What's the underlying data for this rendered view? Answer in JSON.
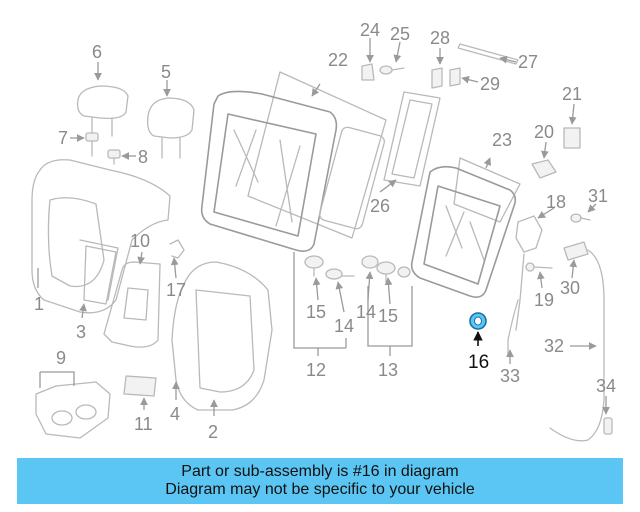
{
  "diagram": {
    "highlight_color": "#5bc6f3",
    "highlighted_part": "16",
    "callouts": [
      "1",
      "2",
      "3",
      "4",
      "5",
      "6",
      "7",
      "8",
      "9",
      "10",
      "11",
      "12",
      "13",
      "14",
      "14",
      "15",
      "15",
      "16",
      "17",
      "18",
      "19",
      "20",
      "21",
      "22",
      "23",
      "24",
      "25",
      "26",
      "27",
      "28",
      "29",
      "30",
      "31",
      "32",
      "33",
      "34"
    ]
  },
  "banner": {
    "line1": "Part or sub-assembly is #16 in diagram",
    "line2": "Diagram may not be specific to your vehicle",
    "background": "#5bc6f3"
  }
}
